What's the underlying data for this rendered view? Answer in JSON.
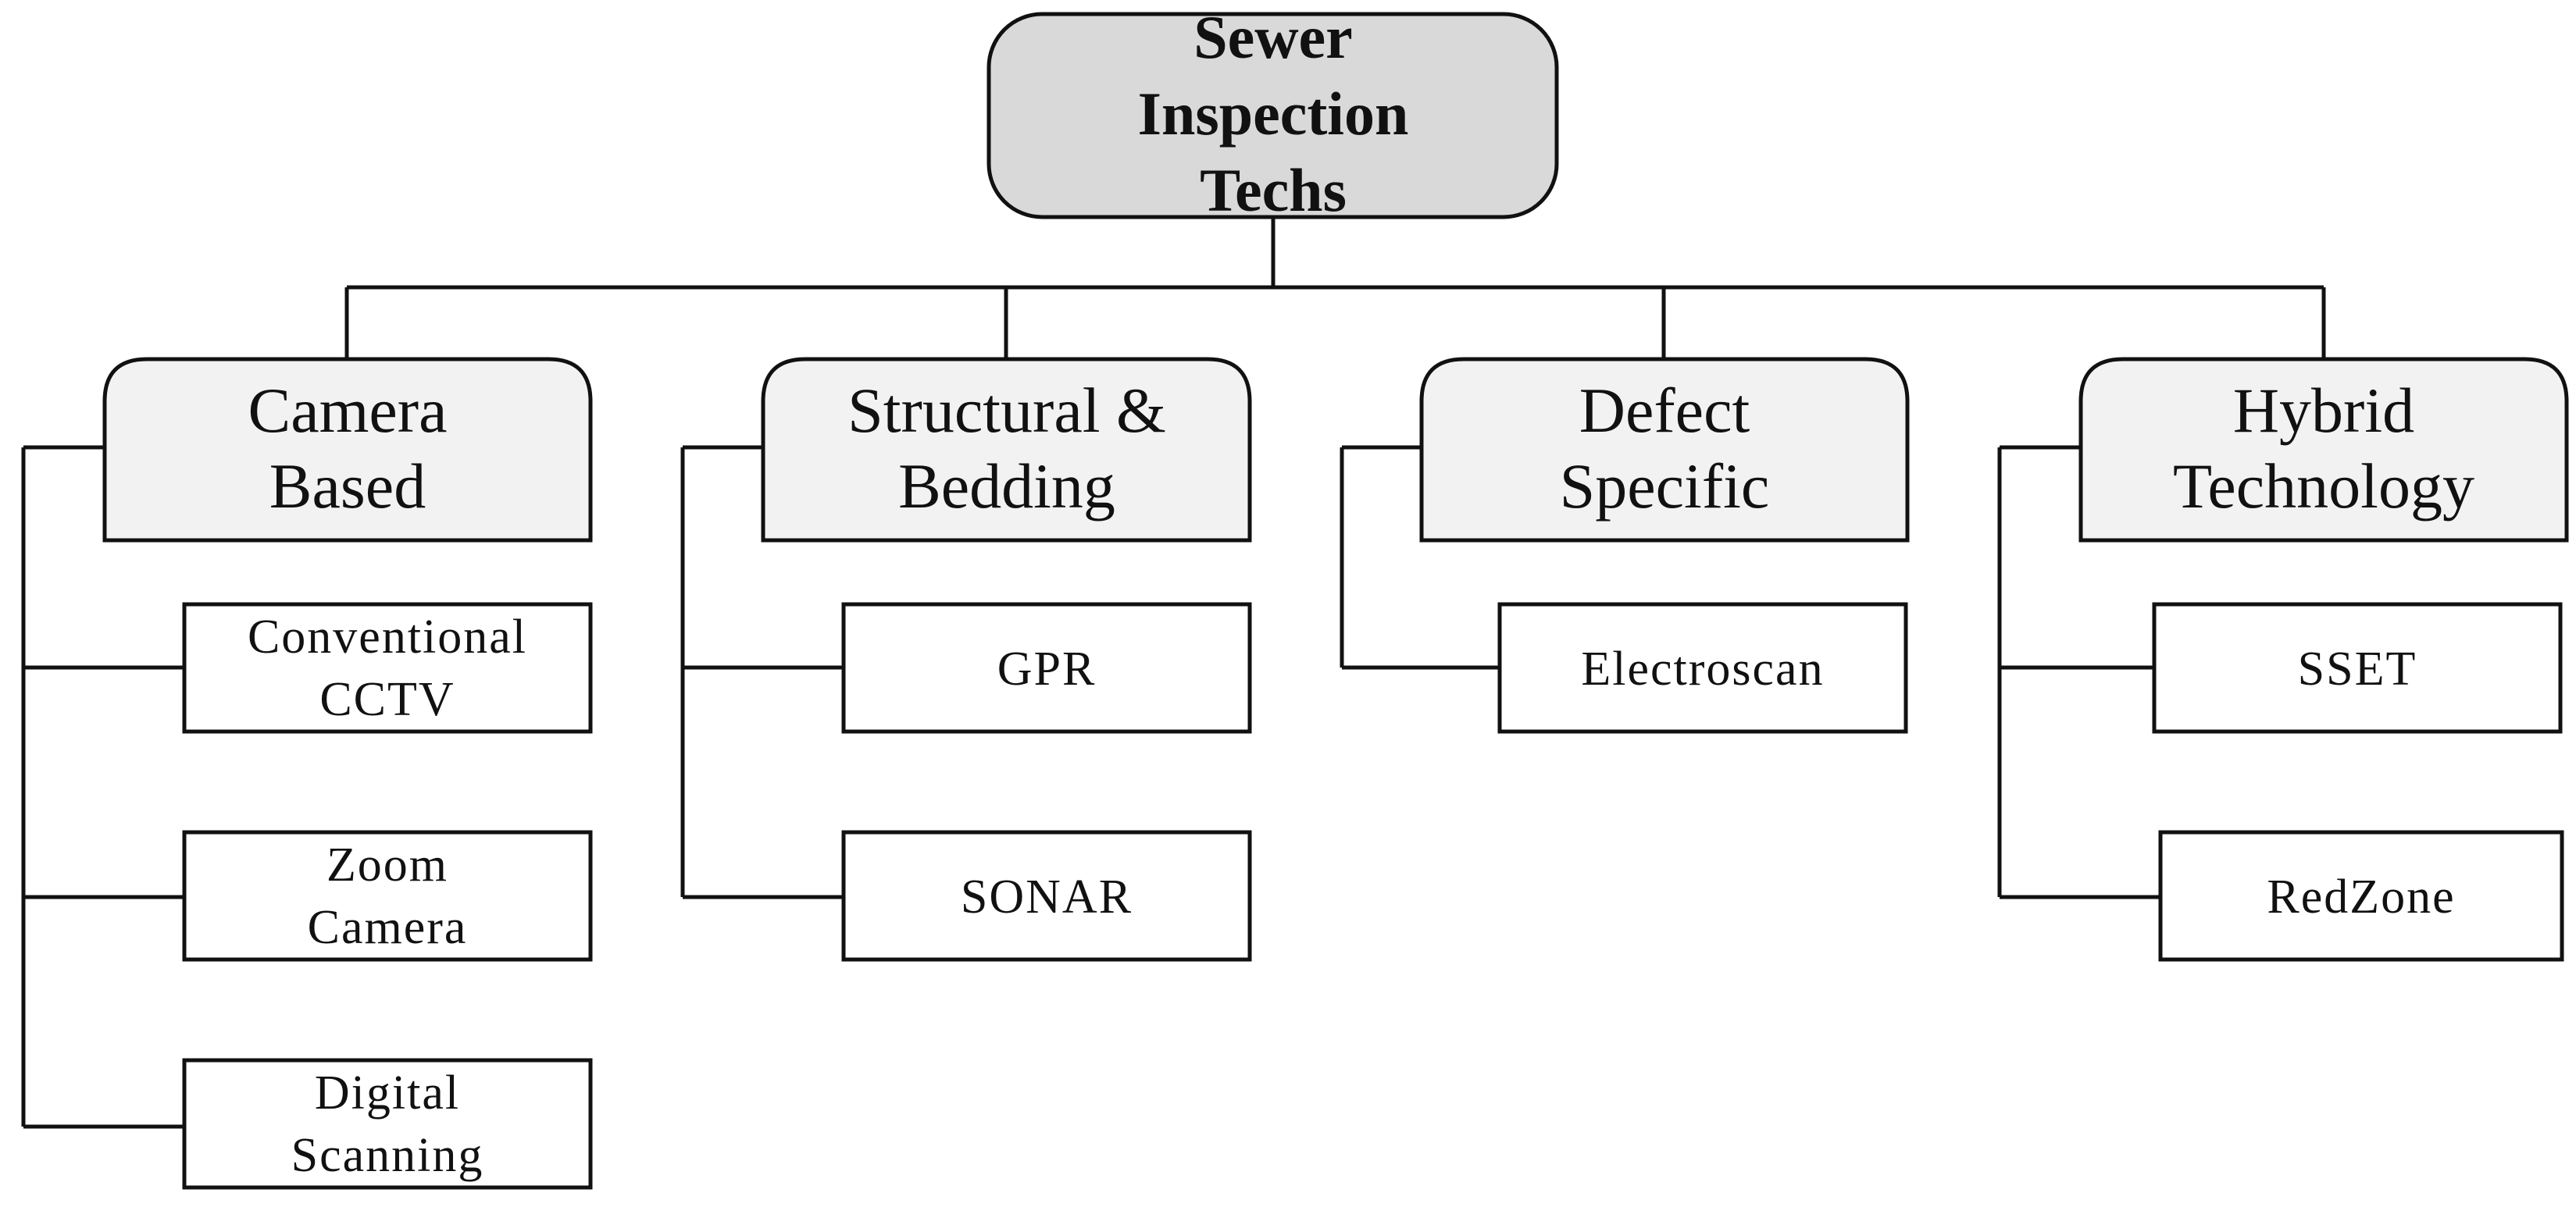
{
  "root": {
    "lines": [
      "Sewer",
      "Inspection",
      "Techs"
    ]
  },
  "categories": [
    {
      "key": "camera",
      "lines": [
        "Camera",
        "Based"
      ],
      "children": [
        {
          "lines": [
            "Conventional",
            "CCTV"
          ]
        },
        {
          "lines": [
            "Zoom",
            "Camera"
          ]
        },
        {
          "lines": [
            "Digital",
            "Scanning"
          ]
        }
      ]
    },
    {
      "key": "structural",
      "lines": [
        "Structural &",
        "Bedding"
      ],
      "children": [
        {
          "lines": [
            "GPR"
          ]
        },
        {
          "lines": [
            "SONAR"
          ]
        }
      ]
    },
    {
      "key": "defect",
      "lines": [
        "Defect",
        "Specific"
      ],
      "children": [
        {
          "lines": [
            "Electroscan"
          ]
        }
      ]
    },
    {
      "key": "hybrid",
      "lines": [
        "Hybrid",
        "Technology"
      ],
      "children": [
        {
          "lines": [
            "SSET"
          ]
        },
        {
          "lines": [
            "RedZone"
          ]
        }
      ]
    }
  ],
  "colors": {
    "root_fill": "#d9d9d9",
    "category_fill": "#f2f2f2",
    "leaf_fill": "#ffffff",
    "stroke": "#111111"
  }
}
